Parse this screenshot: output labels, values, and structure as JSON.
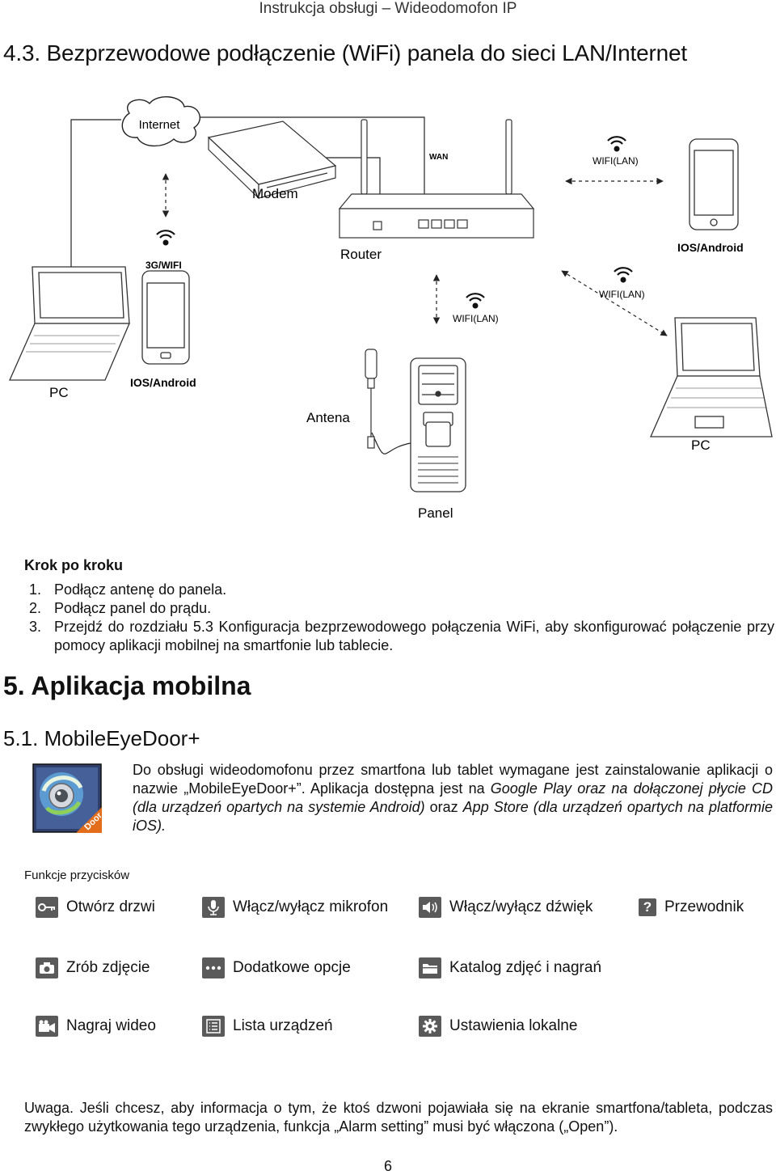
{
  "header": {
    "title": "Instrukcja obsługi – Wideodomofon IP"
  },
  "section_43": {
    "title": "4.3. Bezprzewodowe podłączenie (WiFi) panela do sieci LAN/Internet"
  },
  "diagram": {
    "internet": "Internet",
    "modem": "Modem",
    "wan": "WAN",
    "router": "Router",
    "wifi_lan_phone": "WIFI(LAN)",
    "ios_android_right": "IOS/Android",
    "g3_wifi": "3G/WIFI",
    "wifi_lan_panel": "WIFI(LAN)",
    "wifi_lan_pc": "WIFI(LAN)",
    "pc_left": "PC",
    "ios_android_left": "IOS/Android",
    "antena": "Antena",
    "pc_right": "PC",
    "panel": "Panel"
  },
  "steps": {
    "title": "Krok po kroku",
    "items": [
      {
        "num": "1.",
        "text": "Podłącz antenę do panela."
      },
      {
        "num": "2.",
        "text": "Podłącz panel do prądu."
      },
      {
        "num": "3.",
        "text": "Przejdź do rozdziału 5.3 Konfiguracja bezprzewodowego połączenia WiFi, aby skonfigurować połączenie przy pomocy aplikacji mobilnej na smartfonie lub tablecie."
      }
    ]
  },
  "section_5": {
    "title": "5. Aplikacja mobilna"
  },
  "section_51": {
    "title": "5.1. MobileEyeDoor+",
    "icon_label": "Door",
    "desc_a": "Do obsługi wideodomofonu przez smartfona lub tablet wymagane jest zainstalowanie aplikacji o nazwie „MobileEyeDoor+”. Aplikacja dostępna jest na ",
    "desc_b": "Google Play oraz na dołączonej płycie CD (dla urządzeń opartych na systemie Android)",
    "desc_c": " oraz ",
    "desc_d": "App Store (dla urządzeń opartych na platformie iOS)."
  },
  "functions": {
    "title": "Funkcje przycisków",
    "buttons": [
      {
        "icon": "key-icon",
        "label": "Otwórz drzwi"
      },
      {
        "icon": "microphone-icon",
        "label": "Włącz/wyłącz mikrofon"
      },
      {
        "icon": "speaker-icon",
        "label": "Włącz/wyłącz dźwięk"
      },
      {
        "icon": "help-icon",
        "label": "Przewodnik"
      },
      {
        "icon": "camera-icon",
        "label": "Zrób zdjęcie"
      },
      {
        "icon": "more-icon",
        "label": "Dodatkowe opcje"
      },
      {
        "icon": "folder-icon",
        "label": "Katalog zdjęć i nagrań"
      },
      {
        "icon": "video-camera-icon",
        "label": "Nagraj wideo"
      },
      {
        "icon": "list-icon",
        "label": "Lista urządzeń"
      },
      {
        "icon": "settings-icon",
        "label": "Ustawienia lokalne"
      }
    ]
  },
  "note": {
    "text": "Uwaga. Jeśli chcesz, aby informacja o tym, że ktoś dzwoni pojawiała się na ekranie smartfona/tableta, podczas zwykłego użytkowania tego urządzenia, funkcja „Alarm setting” musi być włączona („Open”)."
  },
  "page_number": "6"
}
